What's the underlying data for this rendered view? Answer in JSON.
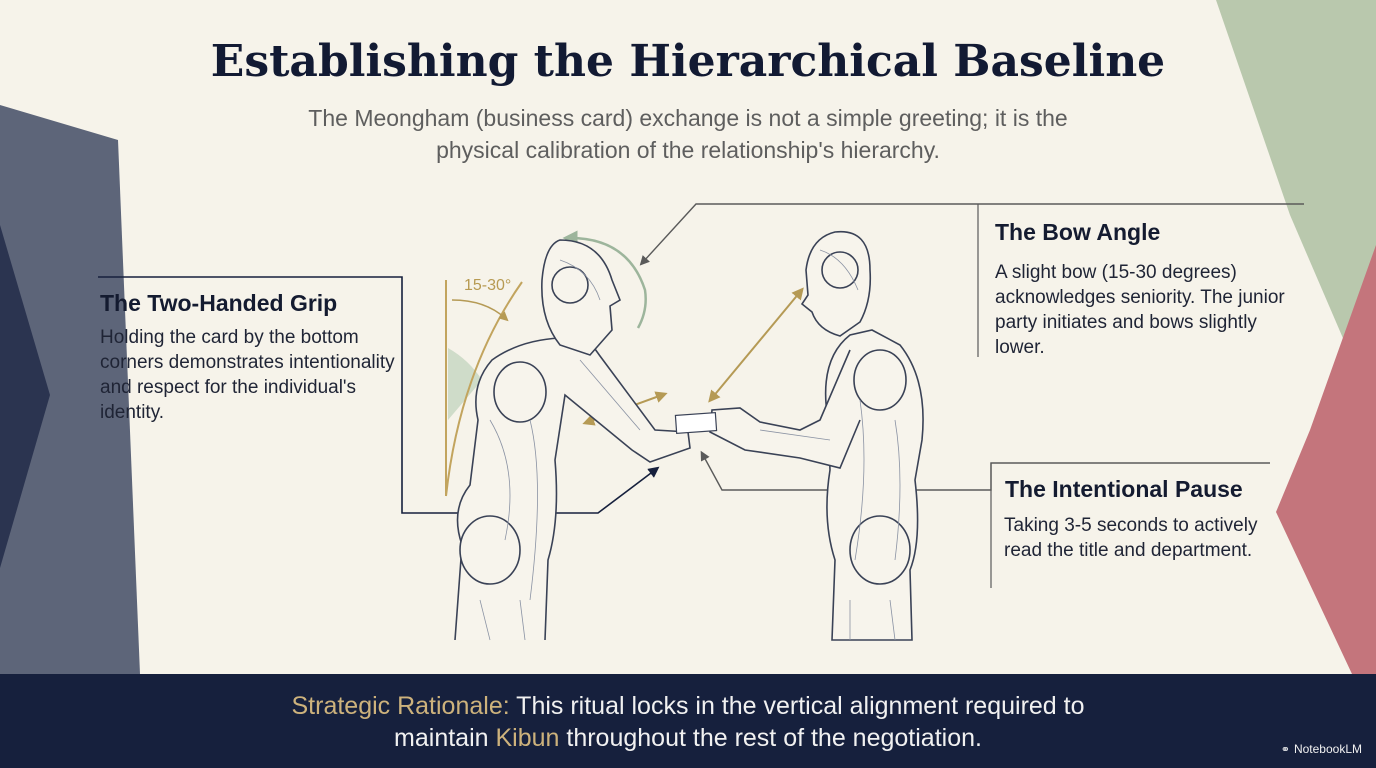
{
  "title": "Establishing the Hierarchical Baseline",
  "subtitle": {
    "line1": "The Meongham (business card) exchange is not a simple greeting; it is the",
    "line2": "physical calibration of the relationship's hierarchy."
  },
  "callouts": {
    "grip": {
      "title": "The Two-Handed Grip",
      "body": "Holding the card by the bottom corners demonstrates intentionality and respect for the individual's identity."
    },
    "bow": {
      "title": "The Bow Angle",
      "body": "A slight bow (15-30 degrees) acknowledges seniority. The junior party initiates and bows slightly lower."
    },
    "pause": {
      "title": "The Intentional Pause",
      "body": "Taking 3-5 seconds to actively read the title and department."
    }
  },
  "angle_label": "15-30°",
  "footer": {
    "rationale_label": "Strategic Rationale:",
    "text_part1": " This ritual locks in the vertical alignment required to",
    "text_part2": "maintain ",
    "kibun": "Kibun",
    "text_part3": " throughout the rest of the negotiation."
  },
  "brand": {
    "name": "NotebookLM",
    "icon": "notebooklm-logo-icon"
  },
  "colors": {
    "navy": "#16203d",
    "gold": "#cdb27c",
    "sage": "#b9c8b0",
    "rose": "#c2727a",
    "slate": "#5b6478"
  }
}
